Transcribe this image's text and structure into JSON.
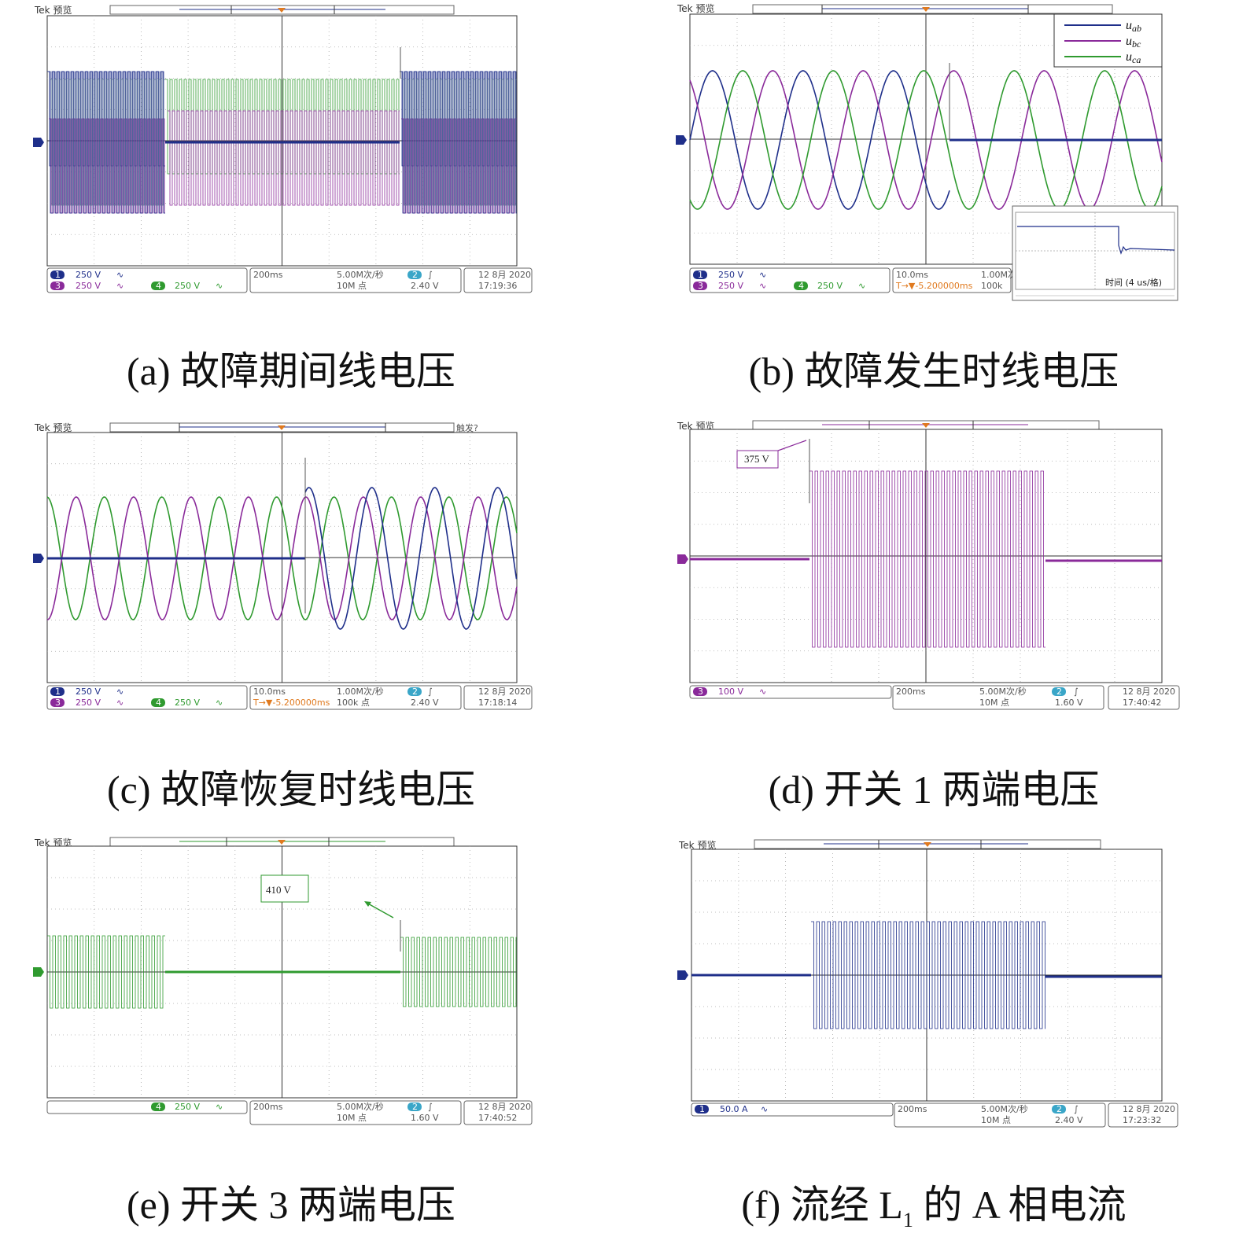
{
  "colors": {
    "ch1": "#1f2f8a",
    "ch3": "#8a2a9a",
    "ch4": "#2f9a2f",
    "ch2": "#3aa6c8",
    "trigger": "#e07a1f"
  },
  "common": {
    "tek_label": "Tek 预览",
    "volts_250": "250 V",
    "volts_100": "100 V",
    "amps_50": "50.0 A",
    "rate_5m": "5.00M次/秒",
    "rate_1m": "1.00M次/秒",
    "rate_1m_cut": "1.00M次",
    "points_10m": "10M 点",
    "points_100k": "100k 点",
    "points_100k_cut": "100k",
    "time_200ms": "200ms",
    "time_10ms": "10.0ms",
    "trig_offset": "T→▼-5.200000ms",
    "date": "12 8月 2020",
    "ch_nums": [
      "1",
      "2",
      "3",
      "4"
    ],
    "coupling_icon": "∿",
    "edge_icon": "∫"
  },
  "panels": [
    {
      "id": "a",
      "caption": "(a) 故障期间线电压",
      "channels": [
        "1",
        "3",
        "4"
      ],
      "trig_level": "2.40 V",
      "time": "17:19:36"
    },
    {
      "id": "b",
      "caption": "(b) 故障发生时线电压",
      "channels": [
        "1",
        "3",
        "4"
      ],
      "trig_level": "",
      "time": "",
      "legend": [
        "u",
        "u",
        "u"
      ],
      "legend_sub": [
        "ab",
        "bc",
        "ca"
      ],
      "inset_label": "时间 (4 us/格)"
    },
    {
      "id": "c",
      "caption": "(c) 故障恢复时线电压",
      "channels": [
        "1",
        "3",
        "4"
      ],
      "trig_level": "2.40 V",
      "time": "17:18:14",
      "trigger_status": "触发?"
    },
    {
      "id": "d",
      "caption": "(d) 开关 1 两端电压",
      "channels": [
        "3"
      ],
      "trig_level": "1.60 V",
      "time": "17:40:42",
      "annotation": "375 V"
    },
    {
      "id": "e",
      "caption": "(e) 开关 3 两端电压",
      "channels": [
        "4"
      ],
      "trig_level": "1.60 V",
      "time": "17:40:52",
      "annotation": "410 V"
    },
    {
      "id": "f",
      "caption_pre": "(f) 流经 L",
      "caption_sub": "1",
      "caption_post": " 的 A 相电流",
      "channels": [
        "1"
      ],
      "trig_level": "2.40 V",
      "time": "17:23:32"
    }
  ]
}
